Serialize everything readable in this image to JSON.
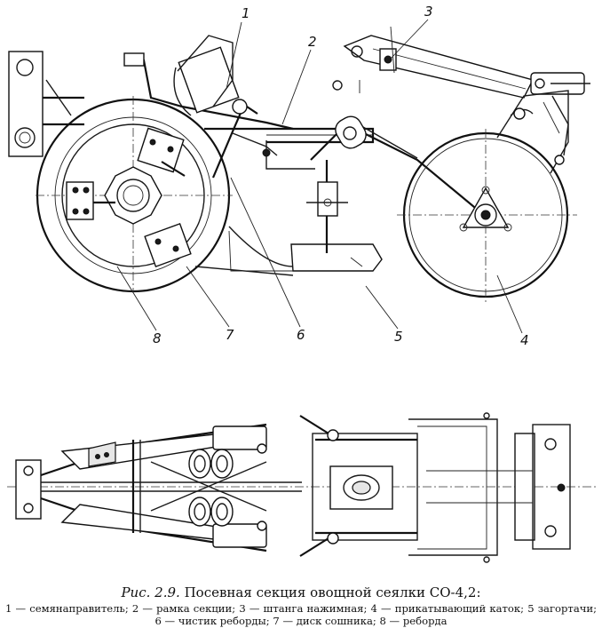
{
  "figure": {
    "callouts": [
      {
        "id": "1",
        "label": "1"
      },
      {
        "id": "2",
        "label": "2"
      },
      {
        "id": "3",
        "label": "3"
      },
      {
        "id": "4",
        "label": "4"
      },
      {
        "id": "5",
        "label": "5"
      },
      {
        "id": "6",
        "label": "6"
      },
      {
        "id": "7",
        "label": "7"
      },
      {
        "id": "8",
        "label": "8"
      }
    ]
  },
  "caption": {
    "fig_number": "Рис. 2.9.",
    "title": "Посевная секция овощной сеялки СО-4,2:",
    "legend": [
      "1 — семянаправитель;",
      "2 — рамка секции;",
      "3 — штанга нажимная;",
      "4 — прикатывающий каток;",
      "5 загортачи;",
      "6 — чистик реборды;",
      "7 — диск сошника;",
      "8 — реборда"
    ]
  }
}
